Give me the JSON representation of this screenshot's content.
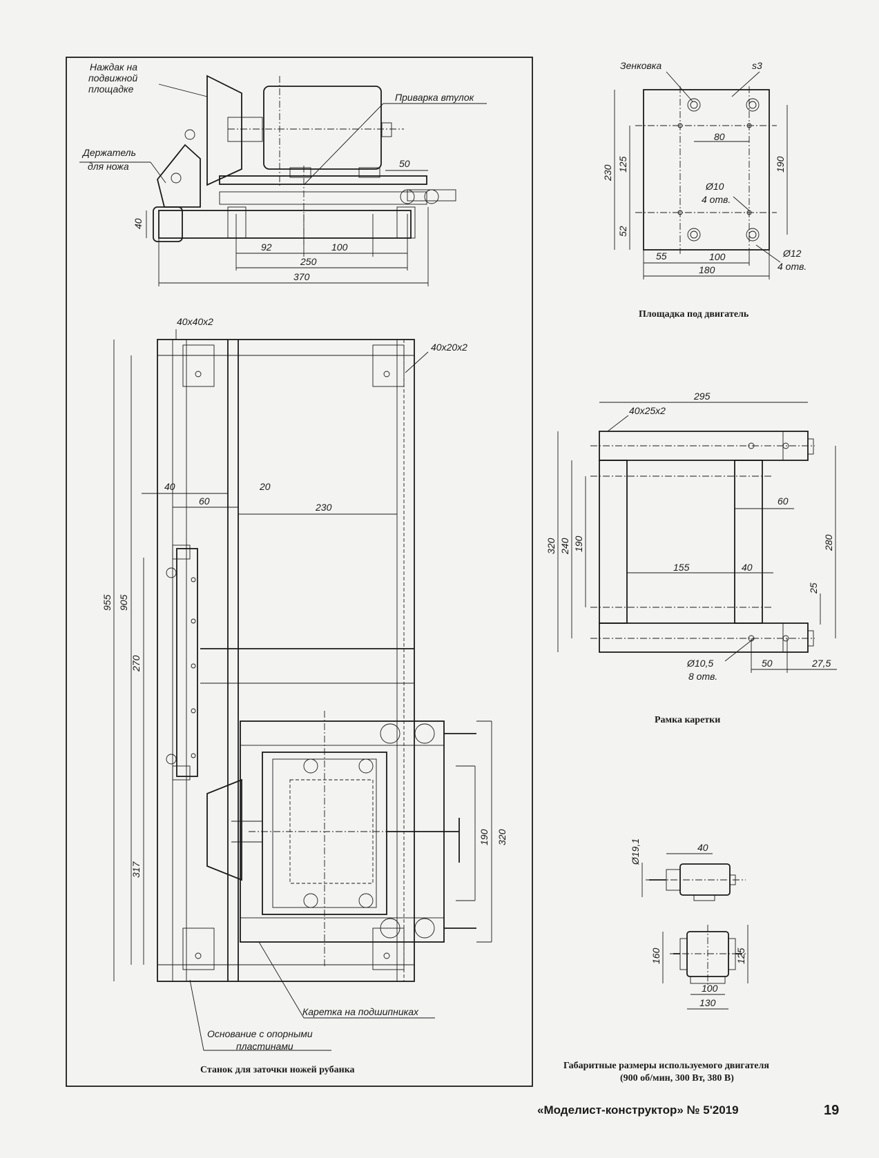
{
  "main_drawing": {
    "labels": {
      "grinder": "Наждак на подвижной площадке",
      "welding": "Приварка втулок",
      "holder": "Держатель для ножа",
      "profile_40x40": "40х40х2",
      "profile_40x20": "40х20х2",
      "carriage": "Каретка на подшипниках",
      "base": "Основание с опорными пластинами"
    },
    "dims": [
      "50",
      "40",
      "92",
      "100",
      "250",
      "370",
      "40",
      "20",
      "60",
      "230",
      "955",
      "905",
      "270",
      "317",
      "190",
      "320"
    ],
    "caption": "Станок для заточки ножей рубанка"
  },
  "motor_plate": {
    "labels": {
      "countersink": "Зенковка",
      "thickness": "s3"
    },
    "dims": [
      "80",
      "230",
      "125",
      "190",
      "52",
      "Ø10",
      "4 отв.",
      "55",
      "100",
      "180",
      "Ø12",
      "4 отв."
    ],
    "caption": "Площадка под двигатель"
  },
  "carriage_frame": {
    "labels": {
      "profile": "40х25х2"
    },
    "dims": [
      "295",
      "60",
      "320",
      "240",
      "190",
      "280",
      "155",
      "40",
      "25",
      "Ø10,5",
      "8 отв.",
      "50",
      "27,5"
    ],
    "caption": "Рамка каретки"
  },
  "motor_dims": {
    "dims": [
      "Ø19,1",
      "40",
      "160",
      "125",
      "100",
      "130"
    ],
    "caption_line1": "Габаритные размеры используемого двигателя",
    "caption_line2": "(900 об/мин, 300 Вт, 380 В)"
  },
  "footer": {
    "journal": "«Моделист-конструктор» № 5'2019",
    "page_number": "19"
  }
}
